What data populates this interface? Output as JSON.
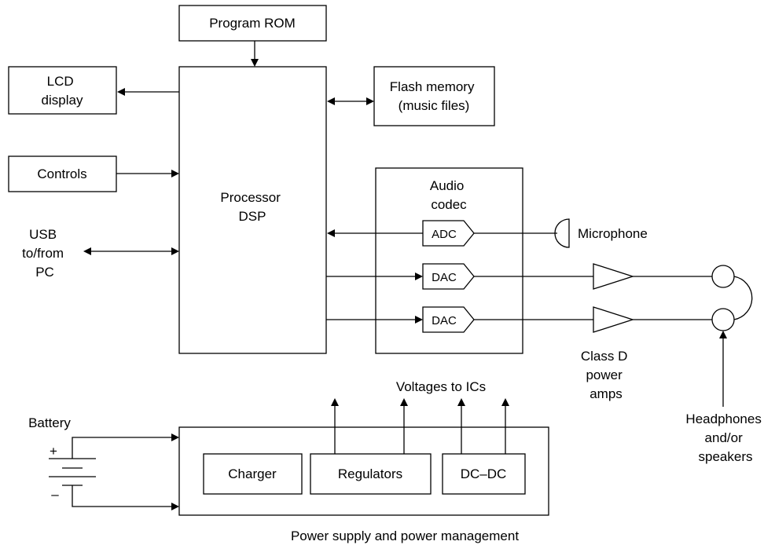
{
  "blocks": {
    "program_rom": "Program ROM",
    "lcd_display": [
      "LCD",
      "display"
    ],
    "flash_memory": [
      "Flash memory",
      "(music files)"
    ],
    "controls": "Controls",
    "processor": [
      "Processor",
      "DSP"
    ],
    "usb": [
      "USB",
      "to/from",
      "PC"
    ],
    "audio_codec": [
      "Audio",
      "codec"
    ],
    "adc": "ADC",
    "dac": "DAC",
    "microphone": "Microphone",
    "class_d_amps": [
      "Class D",
      "power",
      "amps"
    ],
    "headphones": [
      "Headphones",
      "and/or",
      "speakers"
    ],
    "voltages_to_ics": "Voltages to ICs",
    "battery": "Battery",
    "battery_plus": "+",
    "battery_minus": "–",
    "charger": "Charger",
    "regulators": "Regulators",
    "dcdc": "DC–DC",
    "power_supply": "Power supply and power management"
  }
}
